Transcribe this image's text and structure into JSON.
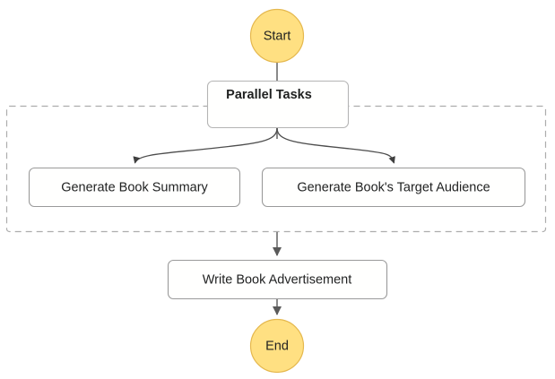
{
  "diagram": {
    "kind": "flowchart",
    "orientation": "top-to-bottom",
    "background_color": "#ffffff",
    "terminal_fill": "#ffe082",
    "terminal_stroke": "#e5b84e",
    "process_fill": "#ffffff",
    "process_stroke": "#9a9a9a",
    "edge_color": "#757575",
    "subgraph_border_color": "#adadad",
    "nodes": {
      "start": {
        "label": "Start",
        "shape": "circle"
      },
      "summary": {
        "label": "Generate Book Summary",
        "shape": "rounded-rect"
      },
      "audience": {
        "label": "Generate Book's Target Audience",
        "shape": "rounded-rect"
      },
      "advertisement": {
        "label": "Write Book Advertisement",
        "shape": "rounded-rect"
      },
      "end": {
        "label": "End",
        "shape": "circle"
      }
    },
    "subgraphs": {
      "parallel": {
        "label": "Parallel Tasks",
        "style": "dashed"
      }
    }
  }
}
